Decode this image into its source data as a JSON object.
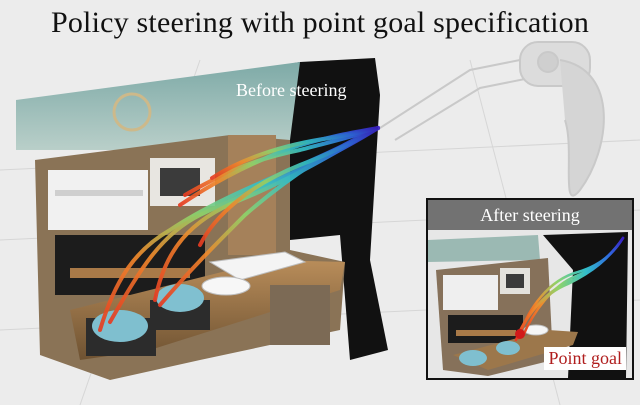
{
  "title": "Policy steering with point goal specification",
  "before_label": "Before steering",
  "inset": {
    "header": "After steering",
    "goal_label": "Point goal"
  },
  "colors": {
    "background": "#ececec",
    "inset_header": "#727272",
    "goal_text": "#b01e1e",
    "goal_marker": "#d11a1a"
  }
}
